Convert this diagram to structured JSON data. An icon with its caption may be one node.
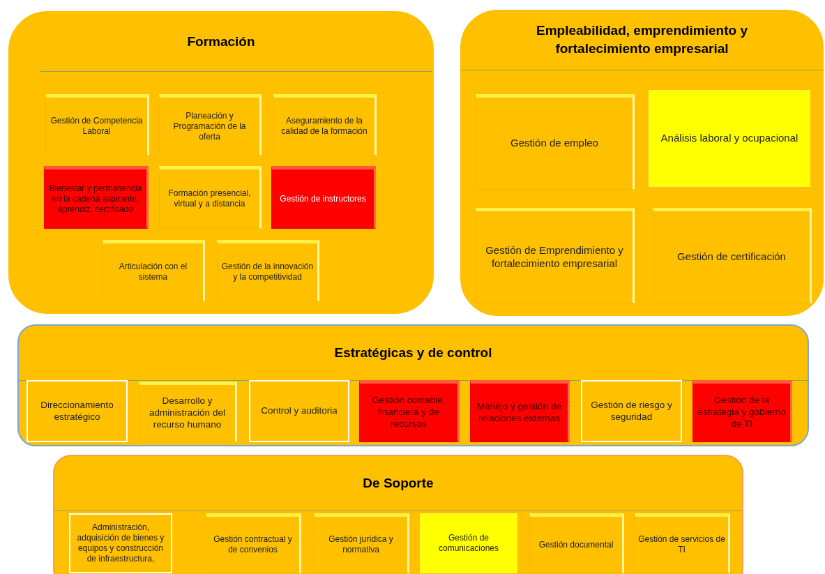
{
  "diagram": {
    "nodes": [
      {
        "text": [
          "Formación"
        ]
      },
      {
        "text": [
          "Gestión de Competencia Laboral"
        ],
        "in": 0
      },
      {
        "text": [
          "Planeación y Programación de la oferta"
        ],
        "in": 0
      },
      {
        "text": [
          "Aseguramiento de la calidad de la formación"
        ],
        "in": 0
      },
      {
        "text": [
          "Bienestar y permanencia en la cadena aspirante, aprendiz, certificado"
        ],
        "in": 0
      },
      {
        "text": [
          "Formación presencial, virtual y a distancia"
        ],
        "in": 0
      },
      {
        "text": [
          "Gestión de instructores"
        ],
        "in": 0
      },
      {
        "text": [
          "Articulación con el sistema"
        ],
        "in": 0
      },
      {
        "text": [
          "Gestión de la innovación y la competitividad"
        ],
        "in": 0
      },
      {
        "text": [
          "Empleabilidad, emprendimiento y fortalecimiento empresarial"
        ]
      },
      {
        "text": [
          "Gestión de empleo"
        ],
        "in": 9
      },
      {
        "text": [
          "Análisis laboral y ocupacional"
        ],
        "in": 9
      },
      {
        "text": [
          "Gestión de Emprendimiento y fortalecimiento empresarial"
        ],
        "in": 9
      },
      {
        "text": [
          "Gestión de certificación"
        ],
        "in": 9
      },
      {
        "text": [
          "Estratégicas y de control"
        ]
      },
      {
        "text": [
          "Direccionamiento estratégico"
        ],
        "in": 14
      },
      {
        "text": [
          "Desarrollo y administración del recurso humano"
        ],
        "in": 14
      },
      {
        "text": [
          "Control y auditoria"
        ],
        "in": 14
      },
      {
        "text": [
          "Gestión contable, financiera y de recursos"
        ],
        "in": 14
      },
      {
        "text": [
          "Manejo y gestión de relaciones externas"
        ],
        "in": 14
      },
      {
        "text": [
          "Gestión de riesgo y seguridad"
        ],
        "in": 14
      },
      {
        "text": [
          "Gestión de la estrategia y gobierno de TI"
        ],
        "in": 14
      },
      {
        "text": [
          "De Soporte"
        ]
      },
      {
        "text": [
          "Administración, adquisición de bienes y equipos y  construcción de infraestructura,"
        ],
        "in": 22
      },
      {
        "text": [
          "Gestión contractual y de convenios"
        ],
        "in": 22
      },
      {
        "text": [
          "Gestión jurídica y normativa"
        ],
        "in": 22
      },
      {
        "text": [
          "Gestión de comunicaciones"
        ],
        "in": 22
      },
      {
        "text": [
          "Gestión documental"
        ],
        "in": 22
      },
      {
        "text": [
          "Gestión de servicios de TI"
        ],
        "in": 22
      }
    ]
  }
}
